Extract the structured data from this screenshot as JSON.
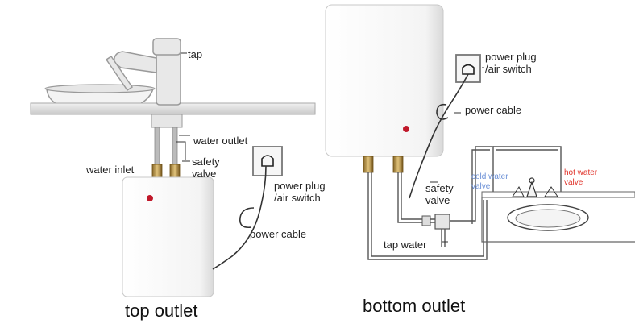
{
  "labels": {
    "tap": "tap",
    "water_outlet": "water outlet",
    "safety_valve_left": "safety\nvalve",
    "water_inlet": "water inlet",
    "power_plug_left": "power plug\n/air switch",
    "power_cable_left": "power cable",
    "power_plug_right": "power plug\n/air switch",
    "power_cable_right": "power cable",
    "safety_valve_right": "safety\nvalve",
    "cold_water_valve": "cold water\nvalve",
    "hot_water_valve": "hot water\nvalve",
    "tap_water": "tap water"
  },
  "captions": {
    "top_outlet": "top outlet",
    "bottom_outlet": "bottom outlet"
  },
  "colors": {
    "cold_valve_text": "#6a8fd6",
    "hot_valve_text": "#e0332a",
    "indicator_light": "#c0182a",
    "pipe": "#555555"
  }
}
